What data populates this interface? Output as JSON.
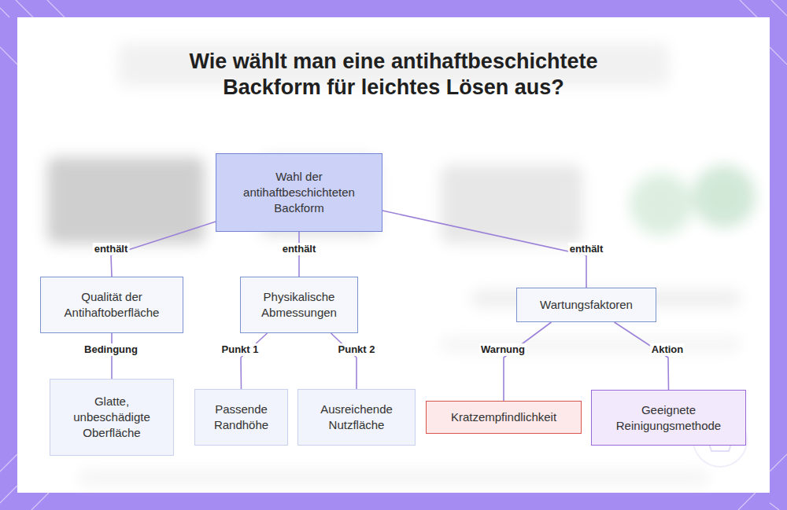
{
  "diagram": {
    "title": "Wie wählt man eine antihaftbeschichtete Backform für leichtes Lösen aus?",
    "nodes": [
      {
        "text": [
          "Wahl der antihaftbeschichteten Backform"
        ]
      },
      {
        "text": [
          "Qualität der Antihaftoberfläche"
        ]
      },
      {
        "text": [
          "Physikalische Abmessungen"
        ]
      },
      {
        "text": [
          "Wartungsfaktoren"
        ]
      },
      {
        "text": [
          "Glatte, unbeschädigte Oberfläche"
        ]
      },
      {
        "text": [
          "Passende Randhöhe"
        ]
      },
      {
        "text": [
          "Ausreichende Nutzfläche"
        ]
      },
      {
        "text": [
          "Kratzempfindlichkeit"
        ]
      },
      {
        "text": [
          "Geeignete Reinigungsmethode"
        ]
      }
    ],
    "edges": [
      {
        "from": 0,
        "to": 1,
        "label": "enthält",
        "arrow": "none"
      },
      {
        "from": 0,
        "to": 2,
        "label": "enthält",
        "arrow": "none"
      },
      {
        "from": 0,
        "to": 3,
        "label": "enthält",
        "arrow": "none"
      },
      {
        "from": 1,
        "to": 4,
        "label": "Bedingung",
        "arrow": "none"
      },
      {
        "from": 2,
        "to": 5,
        "label": "Punkt 1",
        "arrow": "none"
      },
      {
        "from": 2,
        "to": 6,
        "label": "Punkt 2",
        "arrow": "none"
      },
      {
        "from": 3,
        "to": 7,
        "label": "Warnung",
        "arrow": "none"
      },
      {
        "from": 3,
        "to": 8,
        "label": "Aktion",
        "arrow": "none"
      }
    ]
  }
}
